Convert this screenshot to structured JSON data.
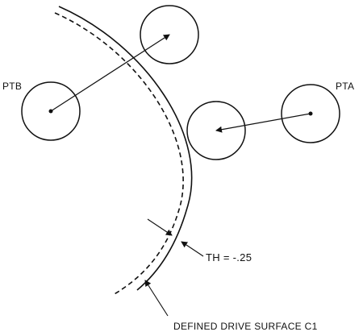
{
  "labels": {
    "ptb": "PTB",
    "pta": "PTA",
    "thickness": "TH  =  -.25",
    "drive_surface": "DEFINED DRIVE SURFACE C1"
  },
  "colors": {
    "ink": "#111111",
    "background": "#ffffff"
  }
}
